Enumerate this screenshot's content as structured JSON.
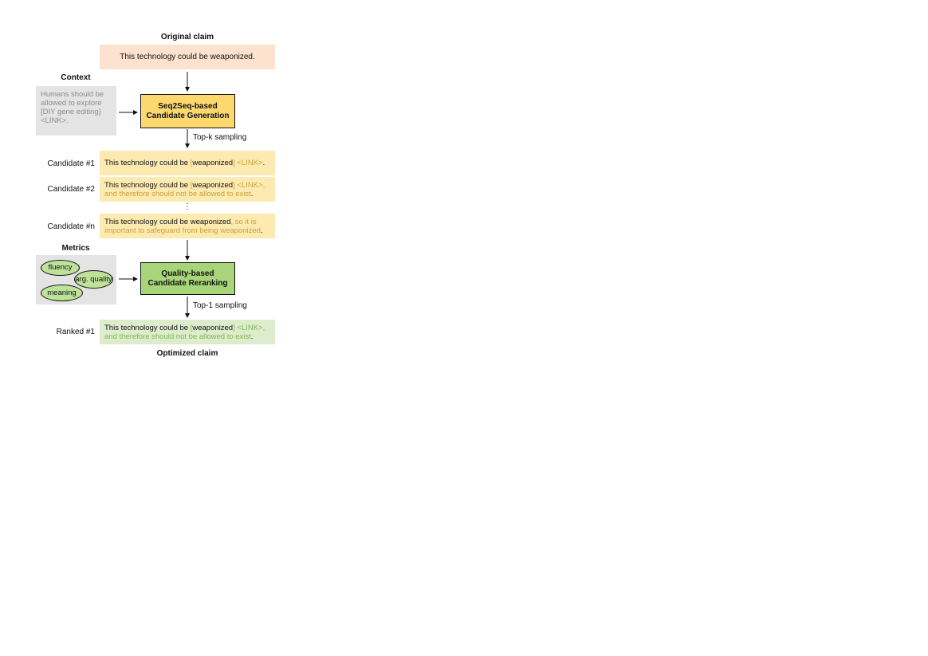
{
  "original": {
    "title": "Original claim",
    "text": "This technology could be weaponized."
  },
  "context": {
    "title": "Context",
    "lines": [
      "Humans should be",
      "allowed to explore",
      "[DIY gene editing]",
      "<LINK>."
    ]
  },
  "generation": {
    "line1": "Seq2Seq-based",
    "line2": "Candidate Generation",
    "sampling_label": "Top-k sampling"
  },
  "candidates": [
    {
      "label": "Candidate #1",
      "line1_base": "This technology could be ",
      "line1_bracket_open": "[",
      "line1_word": "weaponized",
      "line1_bracket_close": "]",
      "line1_edit": " <LINK>",
      "line1_end": ".",
      "line2": ""
    },
    {
      "label": "Candidate #2",
      "line1_base": "This technology could be ",
      "line1_bracket_open": "[",
      "line1_word": "weaponized",
      "line1_bracket_close": "]",
      "line1_edit": " <LINK>,",
      "line2_edit": "and therefore should not be allowed to exist",
      "line2_end": "."
    },
    {
      "label": "Candidate #n",
      "line1_base": "This technology could be weaponized",
      "line1_edit": ", so it is",
      "line2_edit": "important to safeguard from being weaponized",
      "line2_end": "."
    }
  ],
  "ellipsis": "⋮",
  "metrics": {
    "title": "Metrics",
    "items": [
      "fluency",
      "arg. quality",
      "meaning"
    ]
  },
  "reranking": {
    "line1": "Quality-based",
    "line2": "Candidate Reranking",
    "sampling_label": "Top-1 sampling"
  },
  "ranked": {
    "label": "Ranked #1",
    "line1_base": "This technology could be ",
    "line1_bracket_open": "[",
    "line1_word": "weaponized",
    "line1_bracket_close": "]",
    "line1_edit": " <LINK>,",
    "line2_edit": "and therefore should not be allowed to exist",
    "line2_end": "."
  },
  "optimized": {
    "title": "Optimized claim"
  },
  "colors": {
    "original_fill": "#fde2cf",
    "generation_fill": "#fcd86f",
    "candidate_fill": "#fdeab0",
    "edit_text": "#c8a23e",
    "rerank_fill": "#a8d57a",
    "ranked_fill": "#ddeccd",
    "ranked_edit_text": "#7bb94a",
    "context_fill": "#e4e4e4"
  }
}
